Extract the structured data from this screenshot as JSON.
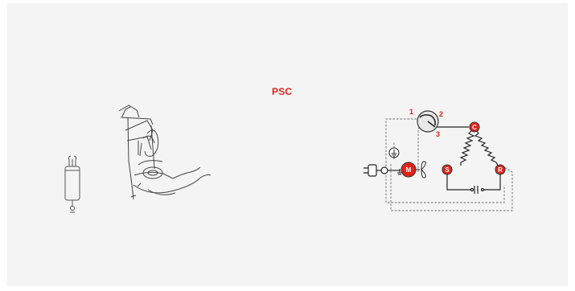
{
  "diagram": {
    "title": "PSC",
    "colors": {
      "accent": "#e2231a",
      "line": "#333333",
      "panel": "#f4f4f4"
    },
    "terminals": {
      "one": "1",
      "two": "2",
      "three": "3"
    },
    "nodes": {
      "common": "C",
      "start": "S",
      "run": "R",
      "motor": "M"
    },
    "icons": [
      "capacitor-icon",
      "compressor-sketch",
      "power-plug-icon",
      "ground-icon",
      "fan-icon",
      "overload-protector-icon"
    ]
  }
}
